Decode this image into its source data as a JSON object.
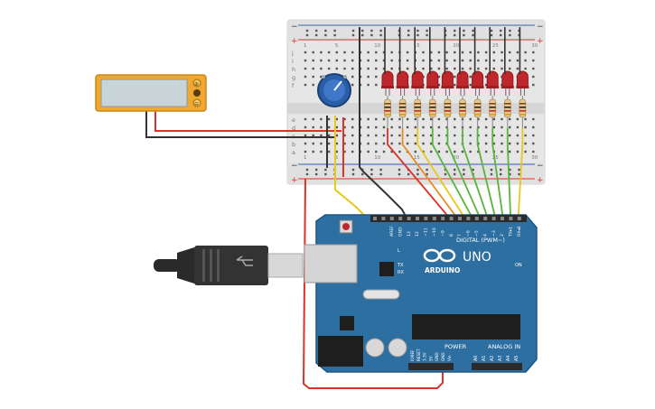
{
  "colors": {
    "breadboard": "#e6e6e6",
    "breadboard_rail_red": "#d9342b",
    "breadboard_rail_blue": "#3a5fb0",
    "arduino_board": "#2c6fa0",
    "arduino_header": "#2b2b2b",
    "led_red": "#c0272d",
    "resistor_body": "#e8c891",
    "pot_knob": "#2a5ea8",
    "lcd_frame": "#f0a830",
    "lcd_screen": "#c8d4d8",
    "wire_red": "#d9342b",
    "wire_black": "#333333",
    "wire_yellow": "#e8c818",
    "wire_green": "#58b43a",
    "wire_orange": "#e88a20",
    "usb_cable": "#2a2a2a",
    "usb_plug": "#d8d8d8"
  },
  "breadboard": {
    "rail_plus": "+",
    "rail_minus": "−",
    "rows_top": [
      "j",
      "i",
      "h",
      "g",
      "f"
    ],
    "rows_bottom": [
      "e",
      "d",
      "c",
      "b",
      "a"
    ],
    "column_numbers": [
      "1",
      "5",
      "10",
      "15",
      "20",
      "25",
      "30"
    ],
    "led_count": 10
  },
  "lcd": {
    "pins": [
      "⊕",
      "⊘",
      "⊖"
    ]
  },
  "arduino": {
    "logo": "ARDUINO",
    "model": "UNO",
    "digital_label": "DIGITAL (PWM~)",
    "analog_label": "ANALOG IN",
    "power_label": "POWER",
    "on_label": "ON",
    "tx_label": "TX",
    "rx_label": "RX",
    "l_label": "L",
    "aref_label": "AREF",
    "gnd_label": "GND",
    "digital_pins": [
      "13",
      "12",
      "~11",
      "~10",
      "~9",
      "8",
      "7",
      "~6",
      "~5",
      "4",
      "~3",
      "2",
      "TX▸1",
      "RX◂0"
    ],
    "power_pins": [
      "IOREF",
      "RESET",
      "3.3V",
      "5V",
      "GND",
      "GND",
      "Vin"
    ],
    "analog_pins": [
      "A0",
      "A1",
      "A2",
      "A3",
      "A4",
      "A5"
    ]
  }
}
